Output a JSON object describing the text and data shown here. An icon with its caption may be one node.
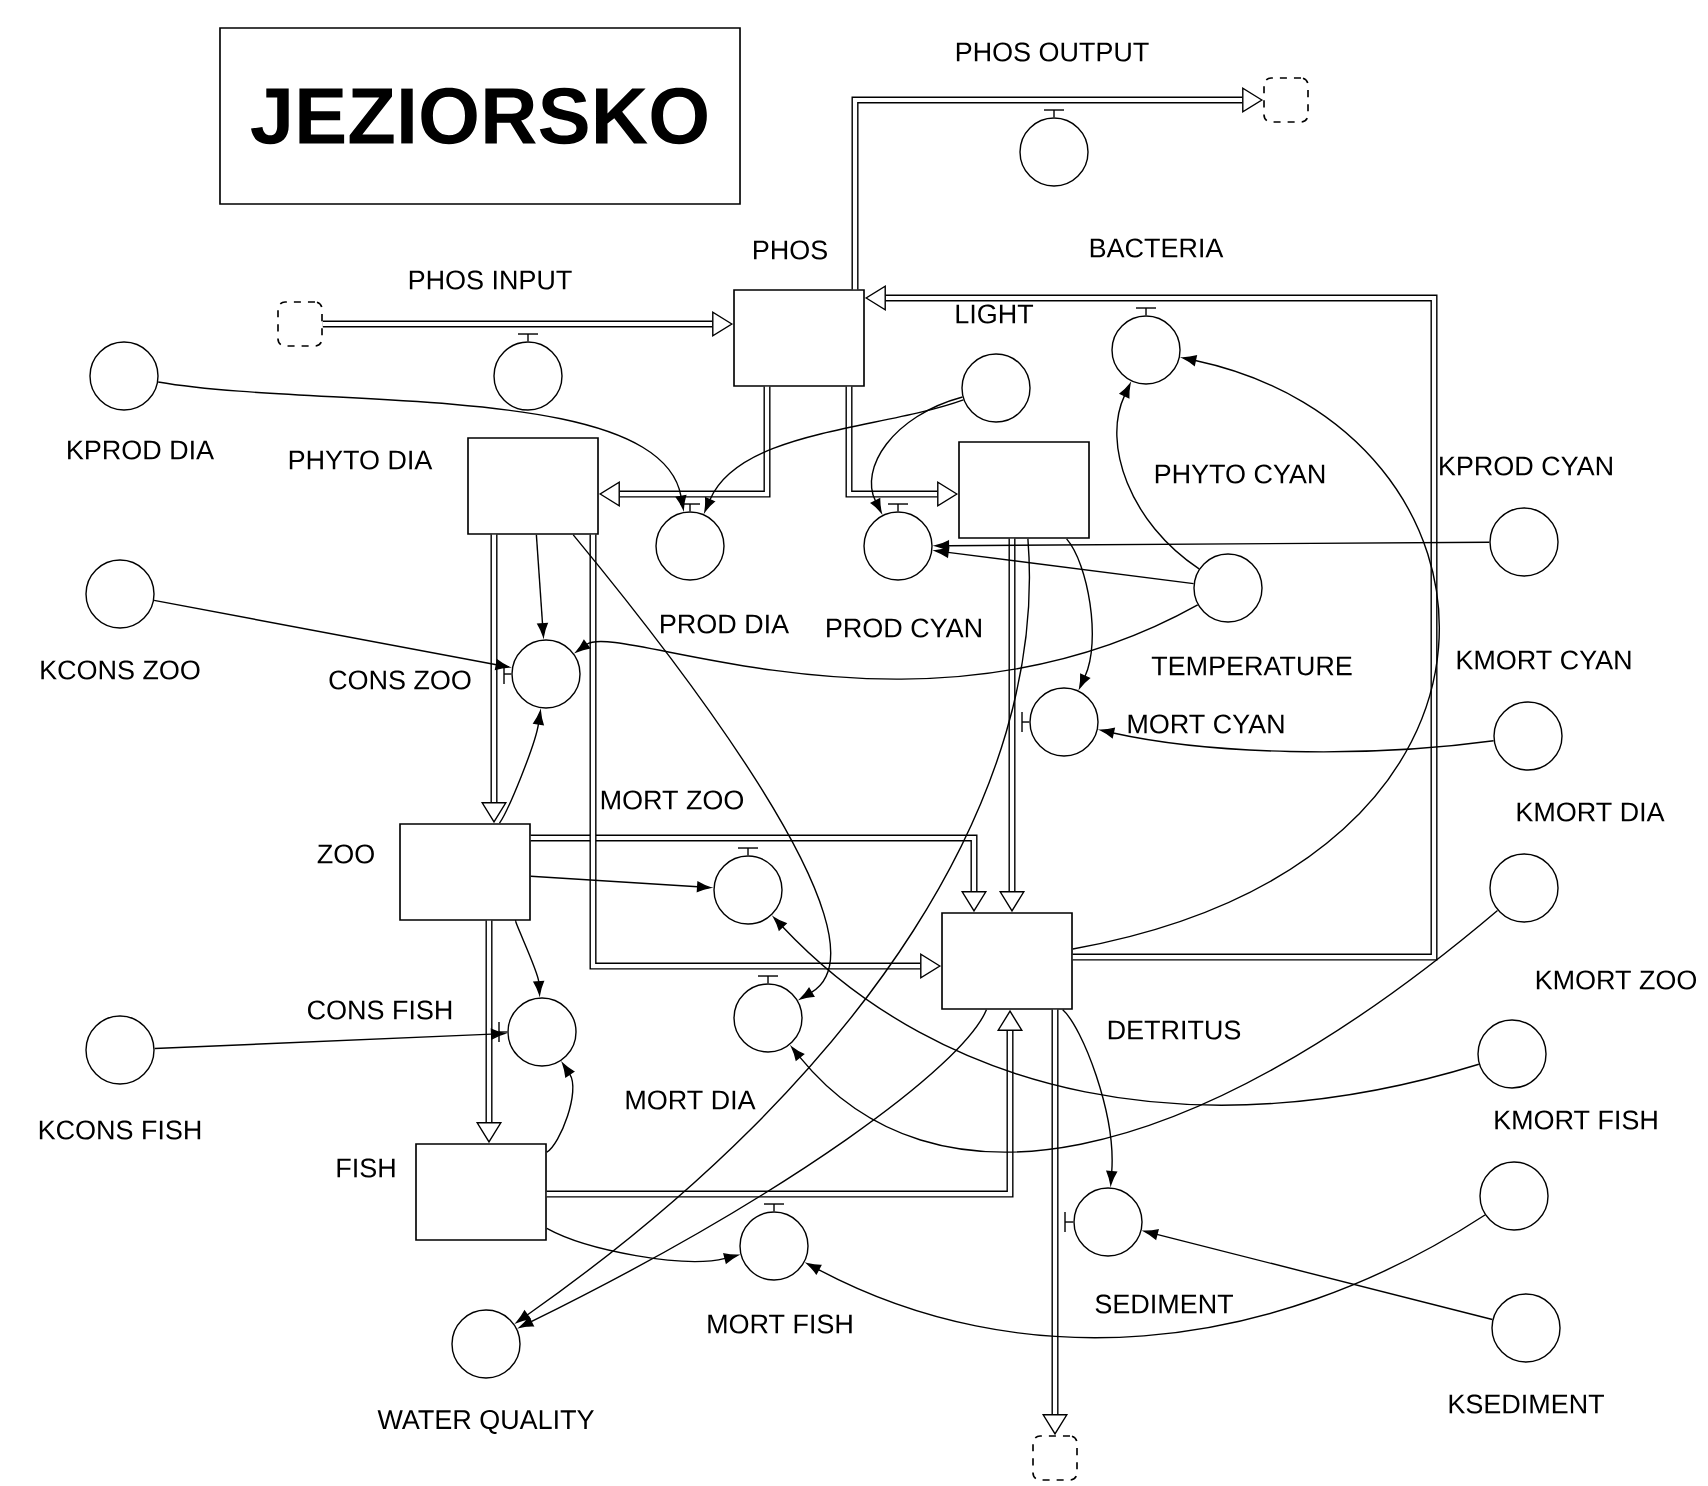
{
  "diagram": {
    "nodes": [
      {
        "text": [
          "JEZIORSKO"
        ]
      },
      {
        "text": [
          "PHOS"
        ]
      },
      {
        "text": [
          "PHYTO DIA"
        ]
      },
      {
        "text": [
          "PHYTO CYAN"
        ]
      },
      {
        "text": [
          "ZOO"
        ]
      },
      {
        "text": [
          "FISH"
        ]
      },
      {
        "text": [
          "DETRITUS"
        ]
      },
      {
        "text": [],
        "shape": "cloud"
      },
      {
        "text": [],
        "shape": "cloud"
      },
      {
        "text": [],
        "shape": "cloud"
      },
      {
        "text": [
          "PHOS INPUT"
        ]
      },
      {
        "text": [
          "PHOS OUTPUT"
        ]
      },
      {
        "text": [
          "BACTERIA"
        ]
      },
      {
        "text": [
          "LIGHT"
        ]
      },
      {
        "text": [
          "KPROD DIA"
        ]
      },
      {
        "text": [
          "PROD DIA"
        ]
      },
      {
        "text": [
          "PROD CYAN"
        ]
      },
      {
        "text": [
          "KPROD CYAN"
        ]
      },
      {
        "text": [
          "TEMPERATURE"
        ]
      },
      {
        "text": [
          "KCONS ZOO"
        ]
      },
      {
        "text": [
          "CONS ZOO"
        ]
      },
      {
        "text": [
          "MORT CYAN"
        ]
      },
      {
        "text": [
          "KMORT CYAN"
        ]
      },
      {
        "text": [
          "MORT ZOO"
        ]
      },
      {
        "text": [
          "KMORT DIA"
        ]
      },
      {
        "text": [
          "CONS FISH"
        ]
      },
      {
        "text": [
          "MORT DIA"
        ]
      },
      {
        "text": [
          "KCONS FISH"
        ]
      },
      {
        "text": [
          "KMORT ZOO"
        ]
      },
      {
        "text": [
          "KMORT FISH"
        ]
      },
      {
        "text": [
          "MORT FISH"
        ]
      },
      {
        "text": [
          "SEDIMENT"
        ]
      },
      {
        "text": [
          "KSEDIMENT"
        ]
      },
      {
        "text": [
          "WATER QUALITY"
        ]
      }
    ],
    "edges": [
      {
        "from": 7,
        "to": 1,
        "arrow": "to",
        "style": "thick"
      },
      {
        "from": 1,
        "to": 8,
        "arrow": "to",
        "style": "thick"
      },
      {
        "from": 6,
        "to": 1,
        "arrow": "to",
        "style": "thick"
      },
      {
        "from": 1,
        "to": 2,
        "arrow": "to",
        "style": "thick"
      },
      {
        "from": 1,
        "to": 3,
        "arrow": "to",
        "style": "thick"
      },
      {
        "from": 2,
        "to": 4,
        "arrow": "to",
        "style": "thick"
      },
      {
        "from": 4,
        "to": 5,
        "arrow": "to",
        "style": "thick"
      },
      {
        "from": 4,
        "to": 6,
        "arrow": "to",
        "style": "thick"
      },
      {
        "from": 3,
        "to": 6,
        "arrow": "to",
        "style": "thick"
      },
      {
        "from": 2,
        "to": 6,
        "arrow": "to",
        "style": "thick"
      },
      {
        "from": 5,
        "to": 6,
        "arrow": "to",
        "style": "thick"
      },
      {
        "from": 6,
        "to": 9,
        "arrow": "to",
        "style": "thick"
      },
      {
        "from": 14,
        "to": 15,
        "arrow": "to"
      },
      {
        "from": 13,
        "to": 15,
        "arrow": "to"
      },
      {
        "from": 13,
        "to": 16,
        "arrow": "to"
      },
      {
        "from": 17,
        "to": 16,
        "arrow": "to"
      },
      {
        "from": 18,
        "to": 16,
        "arrow": "to"
      },
      {
        "from": 18,
        "to": 12,
        "arrow": "to"
      },
      {
        "from": 6,
        "to": 12,
        "arrow": "to"
      },
      {
        "from": 2,
        "to": 20,
        "arrow": "to"
      },
      {
        "from": 19,
        "to": 20,
        "arrow": "to"
      },
      {
        "from": 18,
        "to": 20,
        "arrow": "to"
      },
      {
        "from": 4,
        "to": 20,
        "arrow": "to"
      },
      {
        "from": 3,
        "to": 21,
        "arrow": "to"
      },
      {
        "from": 22,
        "to": 21,
        "arrow": "to"
      },
      {
        "from": 4,
        "to": 23,
        "arrow": "to"
      },
      {
        "from": 28,
        "to": 23,
        "arrow": "to"
      },
      {
        "from": 2,
        "to": 26,
        "arrow": "to"
      },
      {
        "from": 24,
        "to": 26,
        "arrow": "to"
      },
      {
        "from": 4,
        "to": 25,
        "arrow": "to"
      },
      {
        "from": 27,
        "to": 25,
        "arrow": "to"
      },
      {
        "from": 5,
        "to": 25,
        "arrow": "to"
      },
      {
        "from": 5,
        "to": 30,
        "arrow": "to"
      },
      {
        "from": 29,
        "to": 30,
        "arrow": "to"
      },
      {
        "from": 6,
        "to": 31,
        "arrow": "to"
      },
      {
        "from": 32,
        "to": 31,
        "arrow": "to"
      },
      {
        "from": 3,
        "to": 33,
        "arrow": "to"
      },
      {
        "from": 6,
        "to": 33,
        "arrow": "to"
      }
    ]
  }
}
